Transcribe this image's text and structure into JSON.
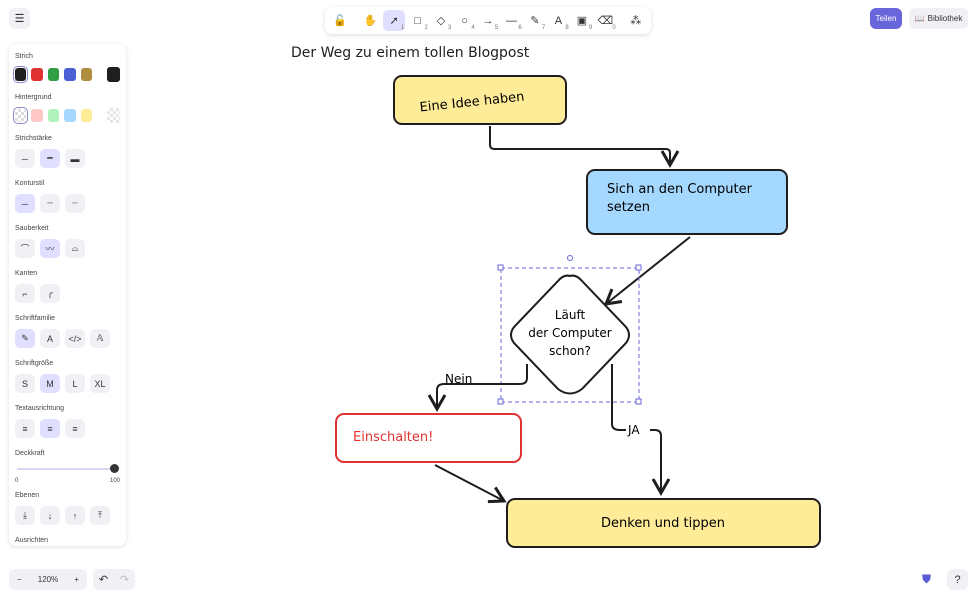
{
  "menu_icon": "hamburger-icon",
  "toolbar": {
    "tools": [
      {
        "name": "lock",
        "glyph": "🔓",
        "key": ""
      },
      {
        "name": "hand",
        "glyph": "✋",
        "key": ""
      },
      {
        "name": "selection",
        "glyph": "➚",
        "key": "1",
        "active": true
      },
      {
        "name": "rectangle",
        "glyph": "□",
        "key": "2"
      },
      {
        "name": "diamond",
        "glyph": "◇",
        "key": "3"
      },
      {
        "name": "ellipse",
        "glyph": "○",
        "key": "4"
      },
      {
        "name": "arrow",
        "glyph": "→",
        "key": "5"
      },
      {
        "name": "line",
        "glyph": "—",
        "key": "6"
      },
      {
        "name": "draw",
        "glyph": "✎",
        "key": "7"
      },
      {
        "name": "text",
        "glyph": "A",
        "key": "8"
      },
      {
        "name": "image",
        "glyph": "▣",
        "key": "9"
      },
      {
        "name": "eraser",
        "glyph": "⌫",
        "key": "0"
      },
      {
        "name": "extra-tools",
        "glyph": "⁂",
        "key": ""
      }
    ]
  },
  "header": {
    "share_label": "Teilen",
    "library_label": "Bibliothek"
  },
  "panel": {
    "stroke_label": "Strich",
    "stroke_colors": [
      "#1e1e1e",
      "#e03131",
      "#2f9e44",
      "#4a5fd6",
      "#b08d3e"
    ],
    "stroke_current": "#1e1e1e",
    "background_label": "Hintergrund",
    "background_colors": [
      "transparent",
      "#ffc9c9",
      "#b2f2bb",
      "#a5d8ff",
      "#ffec99"
    ],
    "stroke_width_label": "Strichstärke",
    "stroke_style_label": "Konturstil",
    "sloppiness_label": "Sauberkeit",
    "edges_label": "Kanten",
    "font_family_label": "Schriftfamilie",
    "font_size_label": "Schriftgröße",
    "font_sizes": [
      "S",
      "M",
      "L",
      "XL"
    ],
    "font_size_selected": "M",
    "text_align_label": "Textausrichtung",
    "opacity_label": "Deckkraft",
    "opacity_min": "0",
    "opacity_max": "100",
    "opacity_value": 100,
    "layers_label": "Ebenen",
    "align_label": "Ausrichten"
  },
  "footer": {
    "zoom": "120%",
    "zoom_out": "−",
    "zoom_in": "+",
    "undo": "↶",
    "redo": "↷",
    "help": "?"
  },
  "diagram": {
    "title": "Der Weg zu einem tollen Blogpost",
    "box1": "Eine Idee haben",
    "box2_line1": "Sich an den Computer",
    "box2_line2": "setzen",
    "diamond_line1": "Läuft",
    "diamond_line2": "der Computer",
    "diamond_line3": "schon?",
    "label_no": "Nein",
    "label_yes": "JA",
    "box3": "Einschalten!",
    "box4": "Denken und tippen",
    "colors": {
      "yellow": "#ffec99",
      "blue": "#a5d8ff",
      "red": "#e03131",
      "stroke": "#1e1e1e",
      "selection": "#6965db"
    }
  }
}
